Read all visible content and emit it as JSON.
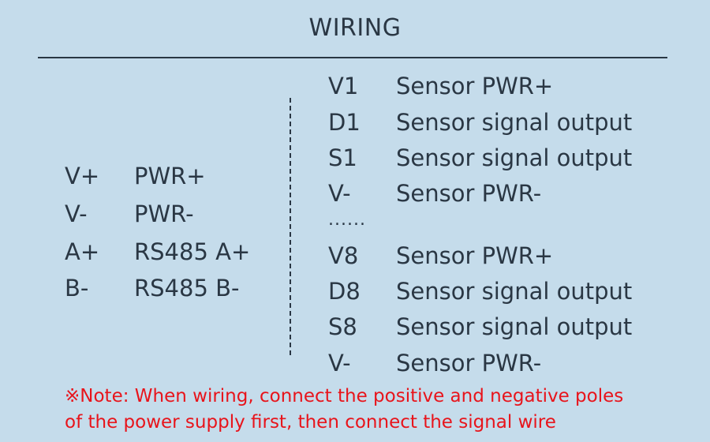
{
  "title": "WIRING",
  "left_pins": [
    {
      "pin": "V+",
      "desc": "PWR+"
    },
    {
      "pin": "V-",
      "desc": "PWR-"
    },
    {
      "pin": "A+",
      "desc": "RS485 A+"
    },
    {
      "pin": "B-",
      "desc": "RS485 B-"
    }
  ],
  "right_pins_top": [
    {
      "pin": "V1",
      "desc": "Sensor PWR+"
    },
    {
      "pin": "D1",
      "desc": "Sensor signal output"
    },
    {
      "pin": "S1",
      "desc": "Sensor signal output"
    },
    {
      "pin": "V-",
      "desc": "Sensor PWR-"
    }
  ],
  "ellipsis": "......",
  "right_pins_bottom": [
    {
      "pin": "V8",
      "desc": "Sensor PWR+"
    },
    {
      "pin": "D8",
      "desc": "Sensor signal output"
    },
    {
      "pin": "S8",
      "desc": "Sensor signal output"
    },
    {
      "pin": "V-",
      "desc": "Sensor PWR-"
    }
  ],
  "note_line1": "※Note: When wiring, connect the positive and negative poles",
  "note_line2": "of the power supply first, then connect the signal wire",
  "colors": {
    "background": "#c5dceb",
    "text": "#2a3744",
    "note": "#e8141b"
  }
}
